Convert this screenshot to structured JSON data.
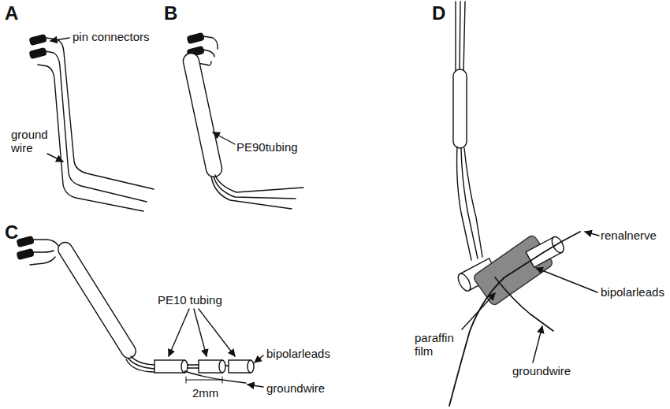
{
  "diagram": {
    "labels": [
      "A",
      "B",
      "C",
      "D",
      "pin connectors",
      "ground wire",
      "PE90tubing",
      "PE10 tubing",
      "bipolarleads",
      "2mm",
      "groundwire",
      "renalnerve",
      "bipolarleads",
      "paraffin film",
      "groundwire"
    ]
  }
}
